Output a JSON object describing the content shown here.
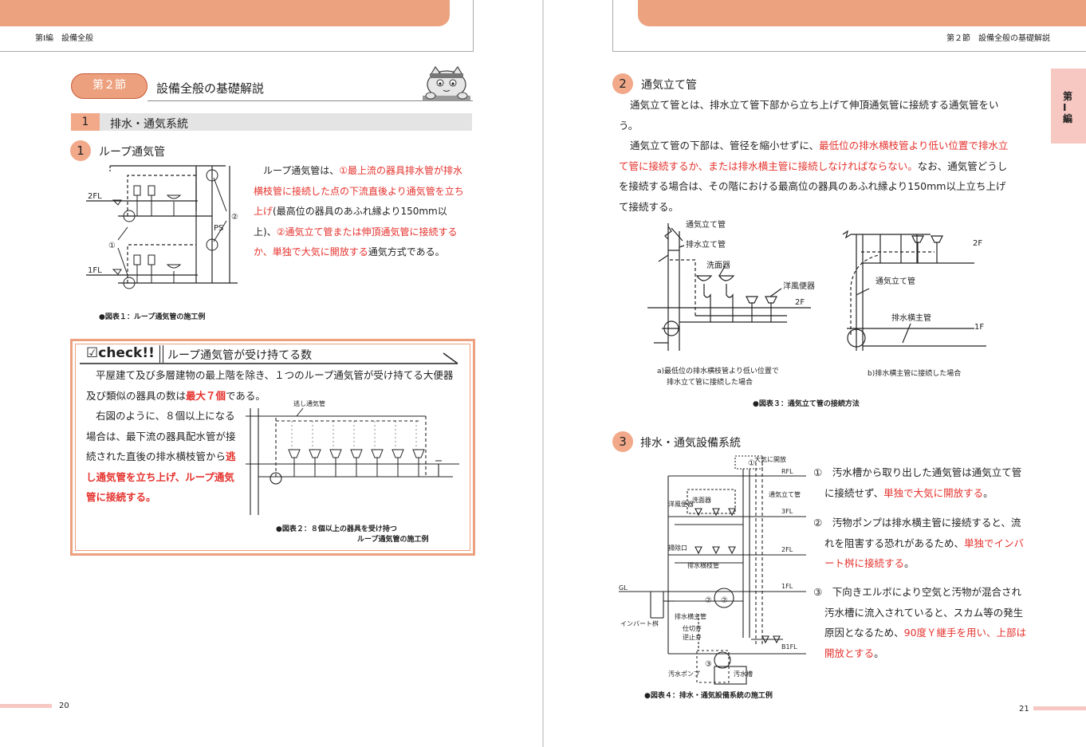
{
  "left_page": {
    "running_head": "第Ⅰ編　設備全般",
    "section_badge": "第２節",
    "section_title": "設備全般の基礎解説",
    "heading1_num": "1",
    "heading1": "排水・通気系統",
    "sub1_num": "1",
    "sub1": "ループ通気管",
    "loop_text": [
      {
        "t": "ループ通気管は、",
        "c": ""
      },
      {
        "t": "①最上流の器具排水管が排水横枝管に接続した点の下流直後より通気管を立ち上げ",
        "c": "red"
      },
      {
        "t": "(最高位の器具のあふれ縁より150mm以上)、",
        "c": ""
      },
      {
        "t": "②通気立て管または伸頂通気管に接続するか、単独で大気に開放する",
        "c": "red"
      },
      {
        "t": "通気方式である。",
        "c": ""
      }
    ],
    "fig1": {
      "label_2fl": "2FL",
      "label_1fl": "1FL",
      "label_ps": "PS",
      "mark1": "①",
      "mark2": "②",
      "caption": "●図表１：ループ通気管の施工例"
    },
    "check": {
      "logo": "☑check!!",
      "title": "ループ通気管が受け持てる数",
      "para1": [
        {
          "t": "平屋建て及び多層建物の最上階を除き、１つのループ通気管が受け持てる大便器及び類似の器具の数は",
          "c": ""
        },
        {
          "t": "最大７個",
          "c": "redb"
        },
        {
          "t": "である。",
          "c": ""
        }
      ],
      "para2": [
        {
          "t": "右図のように、８個以上になる場合は、最下流の器具配水管が接続された直後の排水横枝管から",
          "c": ""
        },
        {
          "t": "逃し通気管を立ち上げ、ループ通気管に接続する。",
          "c": "redb"
        }
      ],
      "fig2_label": "逃し通気管",
      "fig2_caption_1": "●図表２：８個以上の器具を受け持つ",
      "fig2_caption_2": "ループ通気管の施工例"
    },
    "page_number": "20"
  },
  "right_page": {
    "running_head": "第２節　設備全般の基礎解説",
    "side_tab": "第Ⅰ編",
    "sub2_num": "2",
    "sub2": "通気立て管",
    "para1": "通気立て管とは、排水立て管下部から立ち上げて伸頂通気管に接続する通気管をいう。",
    "para2": [
      {
        "t": "通気立て管の下部は、管径を縮小せずに、",
        "c": ""
      },
      {
        "t": "最低位の排水横枝管より低い位置で排水立て管に接続するか、または排水横主管に接続しなければならない。",
        "c": "red"
      },
      {
        "t": "なお、通気管どうしを接続する場合は、その階における最高位の器具のあふれ縁より150mm以上立ち上げて接続する。",
        "c": ""
      }
    ],
    "fig3": {
      "label_vent": "通気立て管",
      "label_drain": "排水立て管",
      "label_basin": "洗面器",
      "label_wc": "洋風便器",
      "label_2f": "2F",
      "label_2f_b": "2F",
      "label_1f": "1F",
      "label_vent_b": "通気立て管",
      "label_main": "排水横主管",
      "sub_a_1": "a)最低位の排水横枝管より低い位置で",
      "sub_a_2": "排水立て管に接続した場合",
      "sub_b": "b)排水横主管に接続した場合",
      "caption": "●図表３：通気立て管の接続方法"
    },
    "sub3_num": "3",
    "sub3": "排水・通気設備系統",
    "items": [
      {
        "num": "①",
        "parts": [
          {
            "t": "汚水槽から取り出した通気管は通気立て管に接続せず、",
            "c": ""
          },
          {
            "t": "単独で大気に開放する",
            "c": "red"
          },
          {
            "t": "。",
            "c": ""
          }
        ]
      },
      {
        "num": "②",
        "parts": [
          {
            "t": "汚物ポンプは排水横主管に接続すると、流れを阻害する恐れがあるため、",
            "c": ""
          },
          {
            "t": "単独でインバート桝に接続する",
            "c": "red"
          },
          {
            "t": "。",
            "c": ""
          }
        ]
      },
      {
        "num": "③",
        "parts": [
          {
            "t": "下向きエルボにより空気と汚物が混合され汚水槽に流入されていると、スカム等の発生原因となるため、",
            "c": ""
          },
          {
            "t": "90度Ｙ継手を用い、上部は開放とする",
            "c": "red"
          },
          {
            "t": "。",
            "c": ""
          }
        ]
      }
    ],
    "fig4": {
      "l_open": "大気に開放",
      "l_rfl": "RFL",
      "l_vent": "通気立て管",
      "l_3fl": "3FL",
      "l_basin": "洗面器",
      "l_wc": "洋風便器",
      "l_2fl": "2FL",
      "l_clean": "掃除口",
      "l_branch": "排水横枝管",
      "l_1fl": "1FL",
      "l_gl": "GL",
      "l_invert": "インバート桝",
      "l_main": "排水横主管",
      "l_valve1": "仕切弁",
      "l_valve2": "逆止弁",
      "l_b1fl": "B1FL",
      "l_pump": "汚水ポンプ",
      "l_tank": "汚水槽",
      "m1": "①",
      "m2": "②",
      "m3": "③",
      "caption": "●図表４：排水・通気設備系統の施工例"
    },
    "page_number": "21"
  }
}
